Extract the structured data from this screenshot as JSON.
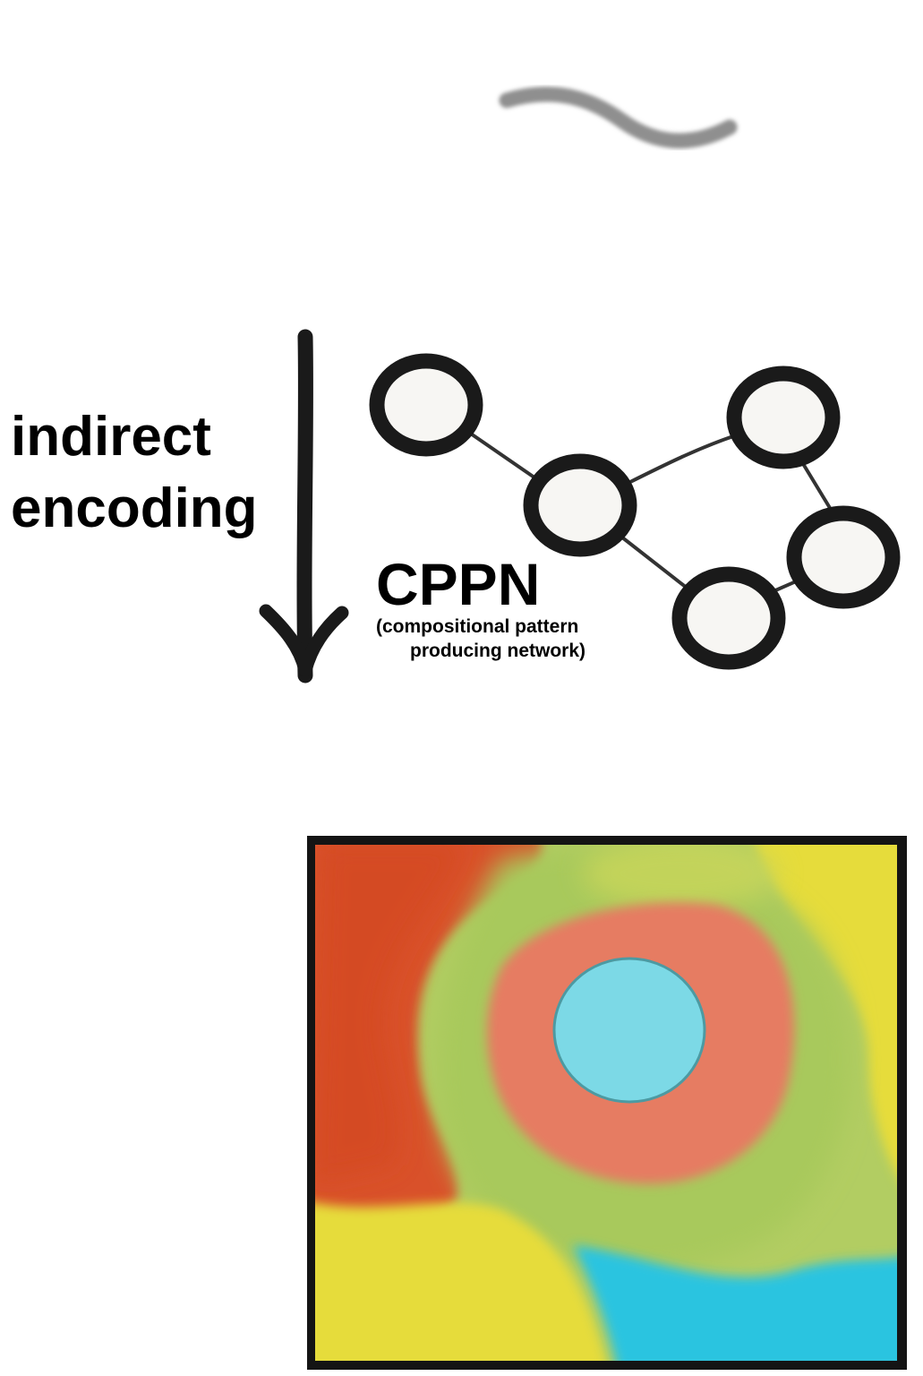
{
  "encoding_label": {
    "line1": "indirect",
    "line2": "encoding"
  },
  "network": {
    "title": "CPPN",
    "subtitle_line1": "(compositional pattern",
    "subtitle_line2": "producing network)"
  },
  "colors": {
    "stroke": "#1a1a1a",
    "node_fill": "#f7f6f3",
    "frame": "#141414",
    "genome_squiggle": "#8f8f8f",
    "red_orange": "#d9512a",
    "salmon": "#e67b62",
    "green": "#a9c85a",
    "yellow": "#e6dc3a",
    "cyan": "#7cd9e6",
    "blue": "#2cc4e0"
  }
}
